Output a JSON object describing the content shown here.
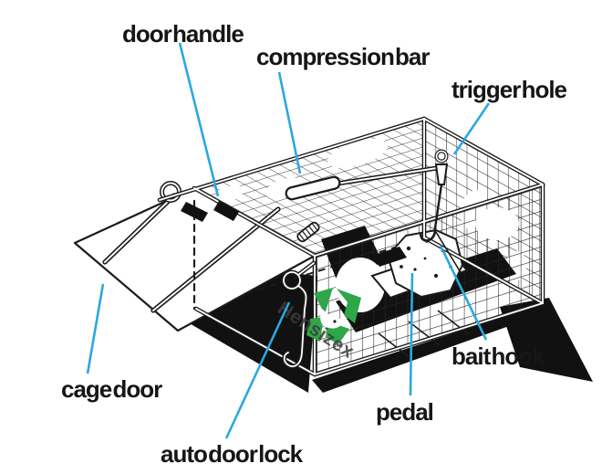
{
  "figure": {
    "type": "labeled-diagram",
    "subject": "humane animal cage trap",
    "labels": {
      "door_handle": "door handle",
      "compression_bar": "compression bar",
      "trigger_hole": "trigger hole",
      "cage_door": "cage door",
      "auto_door_lock": "auto door lock",
      "pedal": "pedal",
      "bait_hook": "bait hook"
    },
    "watermark": {
      "text": "Hensizex"
    },
    "colors": {
      "leader_line": "#2BA8E0",
      "ink": "#1b1b1b",
      "logo_green": "#2FA648",
      "background": "#ffffff"
    }
  }
}
